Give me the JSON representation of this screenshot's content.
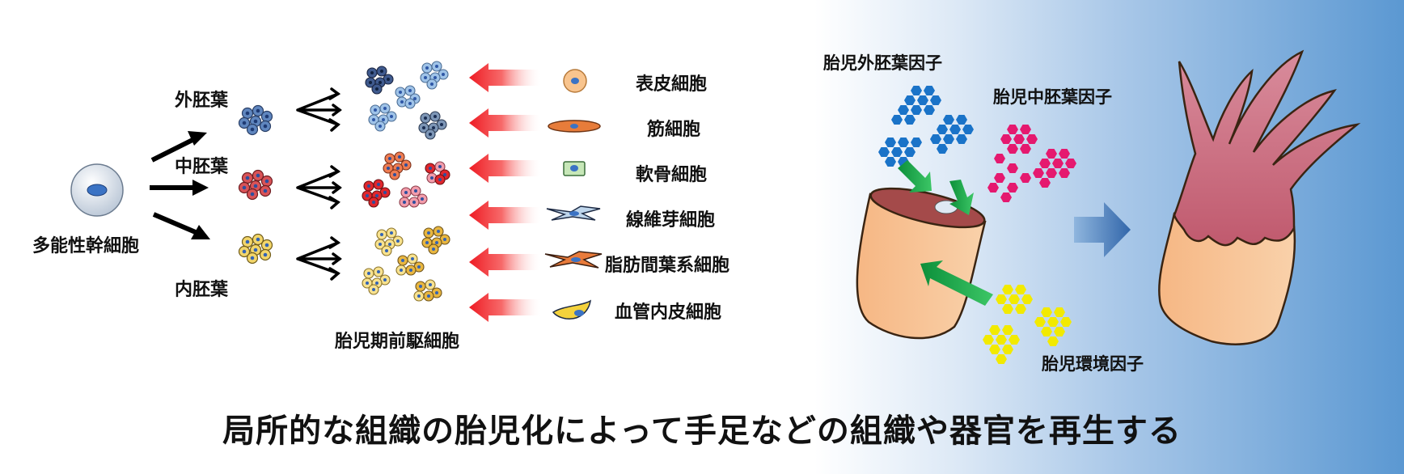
{
  "stem_cell": "多能性幹細胞",
  "germ_layers": {
    "ectoderm": "外胚葉",
    "mesoderm": "中胚葉",
    "endoderm": "内胚葉"
  },
  "progenitor_label": "胎児期前駆細胞",
  "cell_types": [
    "表皮細胞",
    "筋細胞",
    "軟骨細胞",
    "線維芽細胞",
    "脂肪間葉系細胞",
    "血管内皮細胞"
  ],
  "factors": {
    "ectoderm": "胎児外胚葉因子",
    "mesoderm": "胎児中胚葉因子",
    "environment": "胎児環境因子"
  },
  "colors": {
    "ectoderm": "#1a73c8",
    "mesoderm": "#e5196f",
    "environment": "#f2ea00",
    "arrow_green": "#22b14c",
    "tissue": "#f7c08c"
  },
  "title": "局所的な組織の胎児化によって手足などの組織や器官を再生する"
}
